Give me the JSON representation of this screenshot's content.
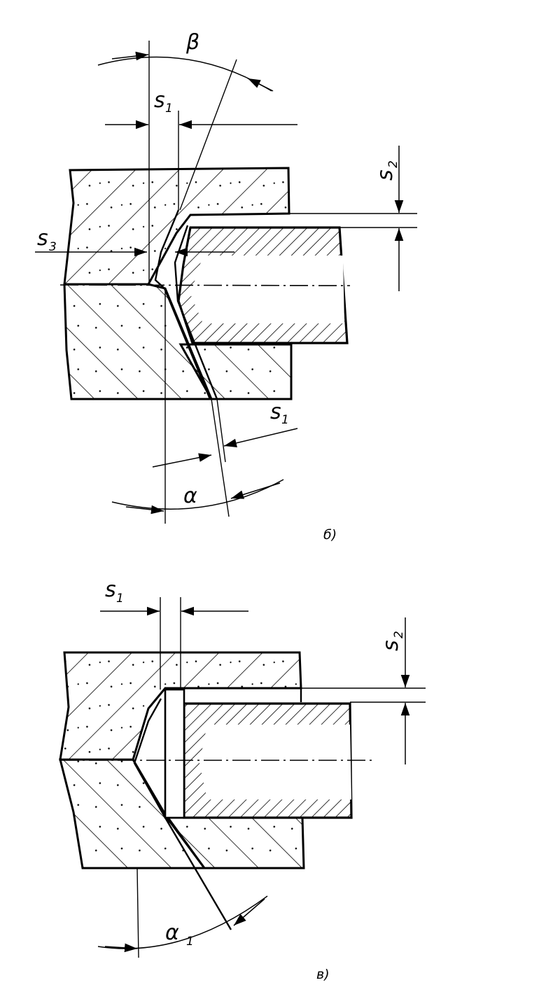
{
  "figure_b": {
    "caption": "б)",
    "labels": {
      "beta": "β",
      "s1_top": "s",
      "s1_top_sub": "1",
      "s2": "s",
      "s2_sub": "2",
      "s3": "s",
      "s3_sub": "3",
      "s1_bottom": "s",
      "s1_bottom_sub": "1",
      "alpha": "α"
    }
  },
  "figure_v": {
    "caption": "в)",
    "labels": {
      "s1": "s",
      "s1_sub": "1",
      "s2": "s",
      "s2_sub": "2",
      "alpha1": "α",
      "alpha1_sub": "1"
    }
  },
  "colors": {
    "ink": "#000000",
    "paper": "#ffffff"
  }
}
